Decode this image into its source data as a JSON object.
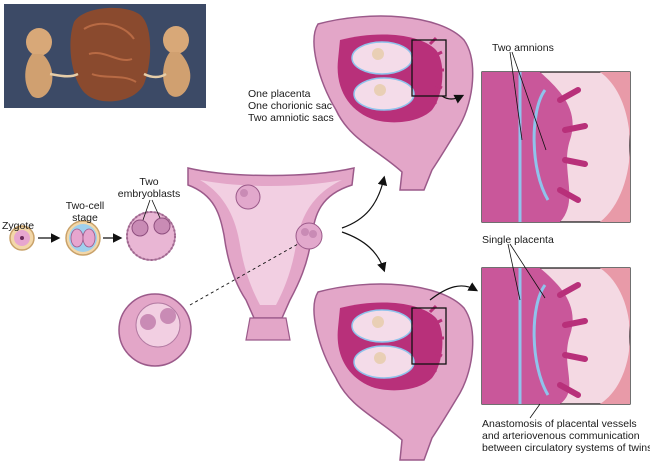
{
  "labels": {
    "zygote": "Zygote",
    "two_cell_line1": "Two-cell",
    "two_cell_line2": "stage",
    "two_embryoblasts_line1": "Two",
    "two_embryoblasts_line2": "embryoblasts",
    "one_placenta": "One placenta",
    "one_chorionic_sac": "One chorionic sac",
    "two_amniotic_sacs": "Two amniotic sacs",
    "two_amnions": "Two amnions",
    "single_placenta": "Single placenta",
    "anastomosis_line1": "Anastomosis of placental vessels",
    "anastomosis_line2": "and arteriovenous communication",
    "anastomosis_line3": "between circulatory systems of twins"
  },
  "colors": {
    "uterus_pink": "#e3a6c8",
    "placenta_magenta": "#b8307a",
    "amnion_blue": "#8fc3ec",
    "photo_bg": "#3c4a66",
    "fetus_flesh": "#c99a6a"
  }
}
